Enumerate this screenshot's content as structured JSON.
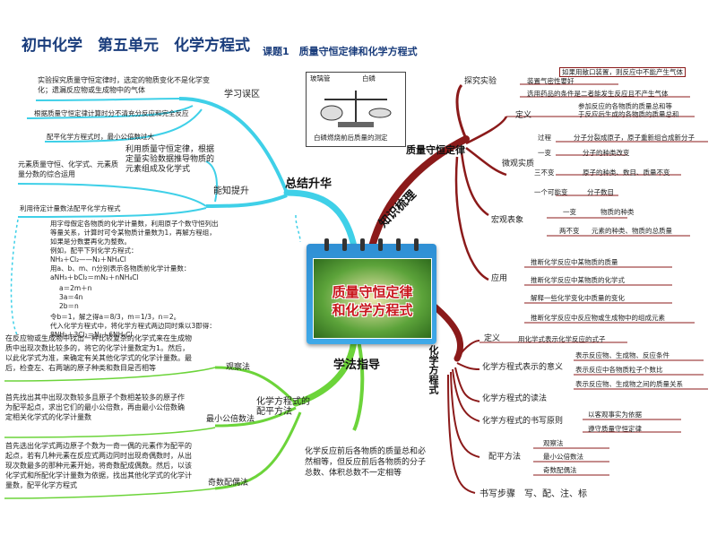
{
  "header": {
    "title": "初中化学　第五单元　化学方程式",
    "subtitle": "课题1　质量守恒定律和化学方程式"
  },
  "center": {
    "line1": "质量守恒定律",
    "line2": "和化学方程式"
  },
  "image_box": {
    "label_left": "玻璃管",
    "label_right": "白磷",
    "caption": "白磷燃烧前后质量的测定"
  },
  "branches": {
    "knowledge": "知识梳理",
    "summary": "总结升华",
    "method": "学法指导",
    "conservation": "质量守恒定律",
    "equation": "化学方程式"
  },
  "conservation": {
    "experiment": "探究实验",
    "exp_items": [
      "装置气密性要好",
      "如果用敞口装置，则反应中不能产生气体",
      "选用药品的条件是二者能发生反应且不产生气体"
    ],
    "definition": "定义",
    "def_text": [
      "参加反应的各物质的质量总和等",
      "于反应后生成的各物质的质量总和"
    ],
    "micro": "微观实质",
    "micro_items": [
      "过程",
      "分子分裂成原子，原子重新组合成新分子",
      "一变",
      "分子的种类改变",
      "三不变",
      "原子的种类、数目、质量不变",
      "一个可能变",
      "分子数目"
    ],
    "macro": "宏观表象",
    "macro_items": [
      "一变",
      "物质的种类",
      "两不变",
      "元素的种类、物质的总质量"
    ],
    "application": "应用",
    "app_items": [
      "推断化学反应中某物质的质量",
      "推断化学反应中某物质的化学式",
      "解释一些化学变化中质量的变化",
      "推断化学反应中反应物或生成物中的组成元素"
    ]
  },
  "equation": {
    "definition": "定义",
    "def_text": "用化学式表示化学反应的式子",
    "meaning": "化学方程式表示的意义",
    "meaning_items": [
      "表示反应物、生成物、反应条件",
      "表示反应中各物质粒子个数比",
      "表示反应物、生成物之间的质量关系"
    ],
    "reading": "化学方程式的读法",
    "writing": "化学方程式的书写原则",
    "writing_items": [
      "以客观事实为依据",
      "遵守质量守恒定律"
    ],
    "balancing": "配平方法",
    "balancing_items": [
      "观察法",
      "最小公倍数法",
      "奇数配偶法"
    ],
    "steps": "书写步骤　写、配、注、标"
  },
  "summary": {
    "mistakes": "学习误区",
    "mistake_items": [
      "实验探究质量守恒定律时，选定的物质变化不是化学变化；遗漏反应物或生成物中的气体",
      "根据质量守恒定律计算时分不清充分反应和完全反应",
      "配平化学方程式时，最小公倍数过大"
    ],
    "improve": "能知提升",
    "improve_items": [
      "元素质量守恒、化学式、元素质量分数的综合运用",
      "利用质量守恒定律，根据定量实验数据推导物质的元素组成及化学式",
      "利用待定计量数法配平化学方程式"
    ],
    "method_text": [
      "用字母假定各物质的化学计量数，利用原子个数守恒列出",
      "等量关系，计算时可令某物质计量数为1，再解方程组，",
      "如果是分数要再化为整数。",
      "例如，配平下列化学方程式：",
      "NH₃＋Cl₂——N₂＋NH₄Cl",
      "用a、b、m、n分别表示各物质前化学计量数：",
      "aNH₃＋bCl₂＝mN₂＋nNH₄Cl",
      "a＝2m＋n",
      "3a＝4n",
      "2b＝n",
      "令b＝1，解之得a＝8/3，m＝1/3，n＝2。",
      "代入化学方程式中，将化学方程式两边同时乘以3即得：",
      "8NH₃＋3Cl₂＝N₂＋6NH₄Cl"
    ]
  },
  "method": {
    "balancing": "化学方程式的配平方法",
    "observe": "观察法",
    "observe_text": "在反应物或生成物中找出一种比较复杂的化学式来在生成物质中出现次数比较多的，将它的化学计量数定为1。然后，以此化学式为准，来确定有关其他化学式的化学计量数。最后，检查左、右两端的原子种类和数目是否相等",
    "lcm": "最小公倍数法",
    "lcm_text": "首先找出其中出现次数较多且原子个数相差较多的原子作为配平起点，求出它们的最小公倍数，再由最小公倍数确定相关化学式的化学计量数",
    "odd": "奇数配偶法",
    "odd_text": "首先选出化学式两边原子个数为一奇一偶的元素作为配平的起点，若有几种元素在反应式两边同时出现奇偶数时，从出现次数最多的那种元素开始，将奇数配成偶数。然后，以该化学式和所配化学计量数为依据，找出其他化学式的化学计量数，配平化学方程式",
    "note": "化学反应前后各物质的质量总和必然相等，但反应前后各物质的分子总数、体积总数不一定相等"
  },
  "colors": {
    "red": "#8b1a1a",
    "cyan": "#3fd0e8",
    "green": "#6cd43a",
    "title": "#1a3d7c"
  }
}
